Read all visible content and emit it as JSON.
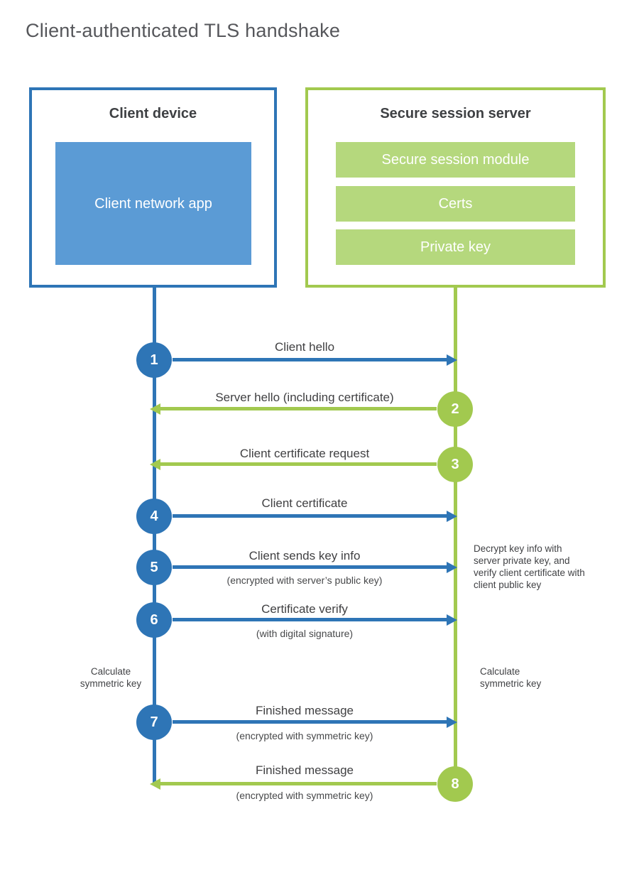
{
  "page": {
    "title": "Client-authenticated TLS handshake"
  },
  "client": {
    "title": "Client device",
    "app_label": "Client network app"
  },
  "server": {
    "title": "Secure session server",
    "modules": [
      "Secure session module",
      "Certs",
      "Private key"
    ]
  },
  "steps": [
    {
      "num": "1",
      "label": "Client hello",
      "color": "blue",
      "direction": "client-to-server"
    },
    {
      "num": "2",
      "label": "Server hello (including certificate)",
      "color": "green",
      "direction": "server-to-client"
    },
    {
      "num": "3",
      "label": "Client certificate request",
      "color": "green",
      "direction": "server-to-client"
    },
    {
      "num": "4",
      "label": "Client certificate",
      "color": "blue",
      "direction": "client-to-server"
    },
    {
      "num": "5",
      "label": "Client sends key info",
      "sub": "(encrypted with server’s public key)",
      "color": "blue",
      "direction": "client-to-server"
    },
    {
      "num": "6",
      "label": "Certificate verify",
      "sub": "(with digital signature)",
      "color": "blue",
      "direction": "client-to-server"
    },
    {
      "num": "7",
      "label": "Finished message",
      "sub": "(encrypted with symmetric key)",
      "color": "blue",
      "direction": "client-to-server"
    },
    {
      "num": "8",
      "label": "Finished message",
      "sub": "(encrypted with symmetric key)",
      "color": "green",
      "direction": "server-to-client"
    }
  ],
  "annotations": {
    "decrypt_note": "Decrypt key info with server private key, and verify client certificate with client public key",
    "calculate_left": "Calculate symmetric key",
    "calculate_right": "Calculate symmetric key"
  },
  "colors": {
    "blue": "#2e75b6",
    "blue_fill": "#5b9bd5",
    "green": "#a2c94f",
    "green_fill": "#b5d87d",
    "text_dark": "#404042",
    "title_gray": "#56575b"
  }
}
